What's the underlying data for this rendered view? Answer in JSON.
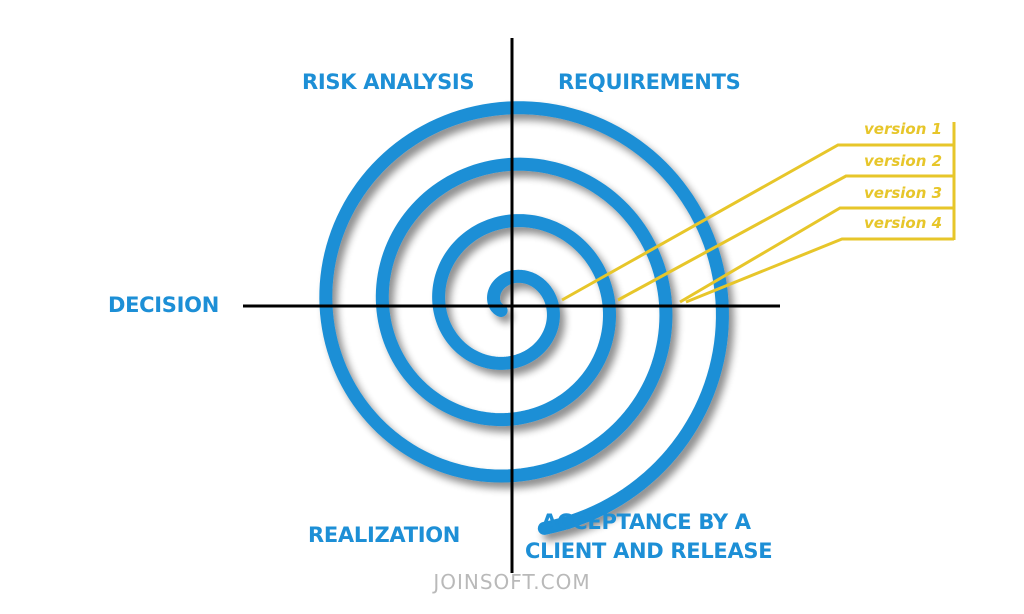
{
  "colors": {
    "spiral": "#1d8fd6",
    "axes": "#000000",
    "label": "#1d8fd6",
    "version": "#e7c62a",
    "watermark": "#b9b9b9"
  },
  "phases": {
    "risk_analysis": "RISK ANALYSIS",
    "requirements": "REQUIREMENTS",
    "decision": "DECISION",
    "realization": "REALIZATION",
    "acceptance_line1": "ACCEPTANCE BY A",
    "acceptance_line2": "CLIENT AND RELEASE"
  },
  "versions": [
    "version 1",
    "version 2",
    "version 3",
    "version 4"
  ],
  "watermark": "JOINSOFT.COM"
}
